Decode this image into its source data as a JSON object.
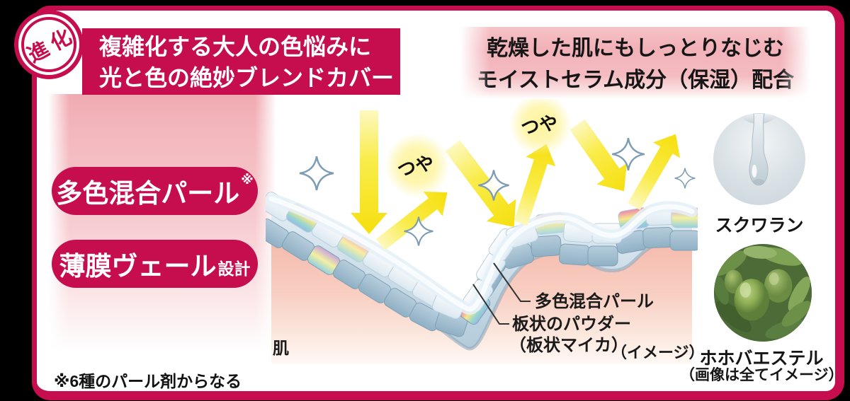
{
  "badge": {
    "label": "進化"
  },
  "header_left": {
    "line1": "複雑化する大人の色悩みに",
    "line2": "光と色の絶妙ブレンドカバー"
  },
  "header_right": {
    "line1": "乾燥した肌にもしっとりなじむ",
    "line2": "モイストセラム成分（保湿）配合"
  },
  "features": [
    {
      "label": "多色混合パール",
      "note_mark": "※"
    },
    {
      "label": "薄膜ヴェール",
      "suffix": "設計"
    }
  ],
  "diagram": {
    "gloss_label_1": "つや",
    "gloss_label_2": "つや",
    "annotation_pearl": "多色混合パール",
    "annotation_powder_line1": "板状のパウダー",
    "annotation_powder_line2": "（板状マイカ）",
    "skin_label": "肌",
    "image_note": "（イメージ）"
  },
  "ingredients": [
    {
      "name": "スクワラン",
      "icon": "water-droplet"
    },
    {
      "name": "ホホバエステル",
      "icon": "jojoba-plant-photo"
    }
  ],
  "footnotes": {
    "pearl_note": "※6種のパール剤からなる",
    "images_note": "（画像は全てイメージ）"
  },
  "colors": {
    "crimson": "#c60d4e",
    "pink_band": "#f2b1b8",
    "skin_pink": "#f6c3b4",
    "arrow_yellow": "#f6df0f",
    "gloss_glow": "#fdf396",
    "sparkle_outline": "#7d9db4"
  }
}
